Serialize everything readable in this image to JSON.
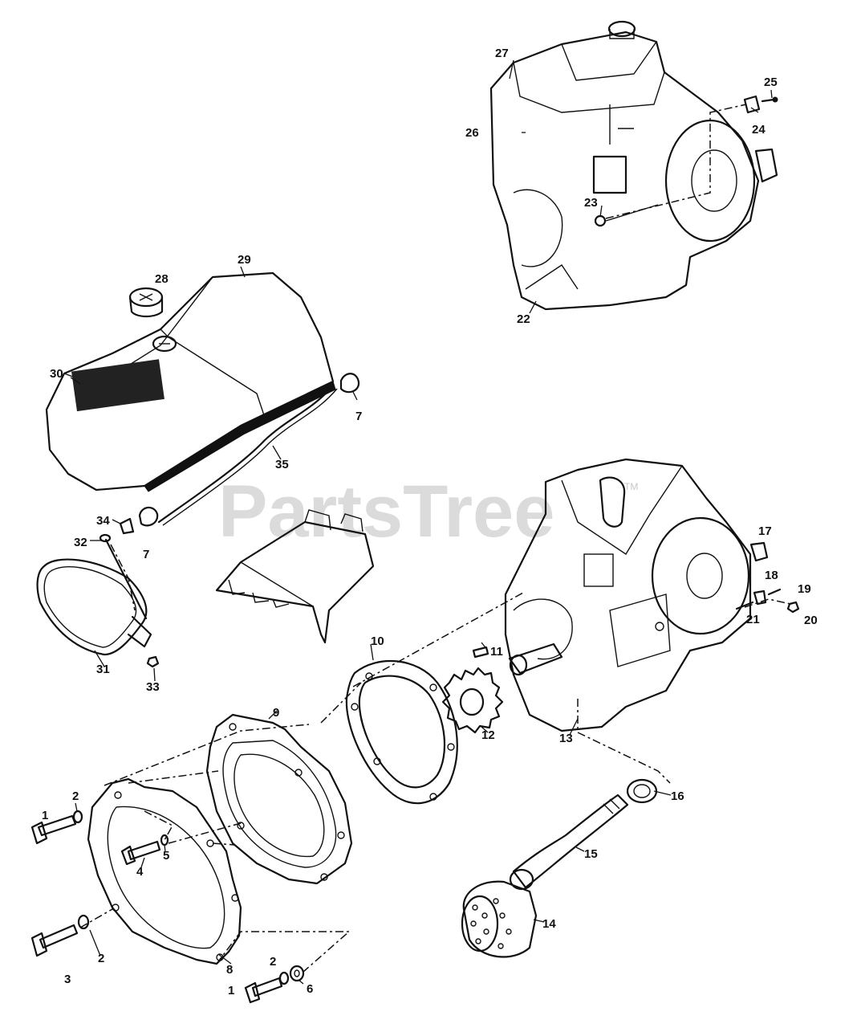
{
  "watermark": {
    "text": "PartsTree",
    "tm": "TM"
  },
  "callouts": [
    {
      "id": "c1a",
      "text": "1"
    },
    {
      "id": "c1b",
      "text": "1"
    },
    {
      "id": "c2a",
      "text": "2"
    },
    {
      "id": "c2b",
      "text": "2"
    },
    {
      "id": "c2c",
      "text": "2"
    },
    {
      "id": "c3",
      "text": "3"
    },
    {
      "id": "c4",
      "text": "4"
    },
    {
      "id": "c5",
      "text": "5"
    },
    {
      "id": "c6",
      "text": "6"
    },
    {
      "id": "c7a",
      "text": "7"
    },
    {
      "id": "c7b",
      "text": "7"
    },
    {
      "id": "c8",
      "text": "8"
    },
    {
      "id": "c9",
      "text": "9"
    },
    {
      "id": "c10",
      "text": "10"
    },
    {
      "id": "c11",
      "text": "11"
    },
    {
      "id": "c12",
      "text": "12"
    },
    {
      "id": "c13",
      "text": "13"
    },
    {
      "id": "c14",
      "text": "14"
    },
    {
      "id": "c15",
      "text": "15"
    },
    {
      "id": "c16",
      "text": "16"
    },
    {
      "id": "c17",
      "text": "17"
    },
    {
      "id": "c18",
      "text": "18"
    },
    {
      "id": "c19",
      "text": "19"
    },
    {
      "id": "c20",
      "text": "20"
    },
    {
      "id": "c21",
      "text": "21"
    },
    {
      "id": "c22",
      "text": "22"
    },
    {
      "id": "c23",
      "text": "23"
    },
    {
      "id": "c24",
      "text": "24"
    },
    {
      "id": "c25",
      "text": "25"
    },
    {
      "id": "c26",
      "text": "26"
    },
    {
      "id": "c27",
      "text": "27"
    },
    {
      "id": "c28",
      "text": "28"
    },
    {
      "id": "c29",
      "text": "29"
    },
    {
      "id": "c30",
      "text": "30"
    },
    {
      "id": "c31",
      "text": "31"
    },
    {
      "id": "c32",
      "text": "32"
    },
    {
      "id": "c33",
      "text": "33"
    },
    {
      "id": "c34",
      "text": "34"
    },
    {
      "id": "c35",
      "text": "35"
    }
  ]
}
